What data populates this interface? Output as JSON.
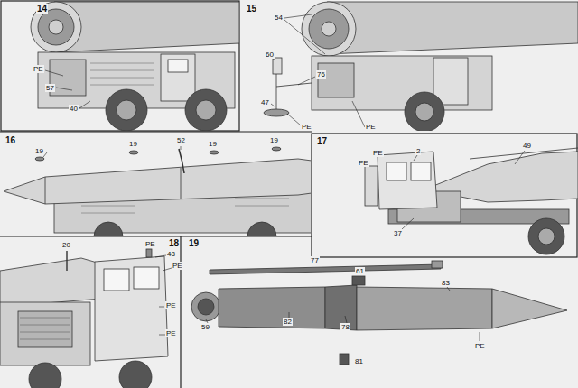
{
  "diagram": {
    "labels": [
      "14",
      "PE",
      "57",
      "40",
      "15",
      "54",
      "60",
      "76",
      "47",
      "PE",
      "PE",
      "16",
      "19",
      "19",
      "52",
      "19",
      "19",
      "17",
      "PE",
      "PE",
      "2",
      "49",
      "37",
      "18",
      "20",
      "PE",
      "48",
      "PE",
      "PE",
      "PE",
      "19",
      "77",
      "61",
      "83",
      "59",
      "82",
      "78",
      "81",
      "PE"
    ]
  }
}
